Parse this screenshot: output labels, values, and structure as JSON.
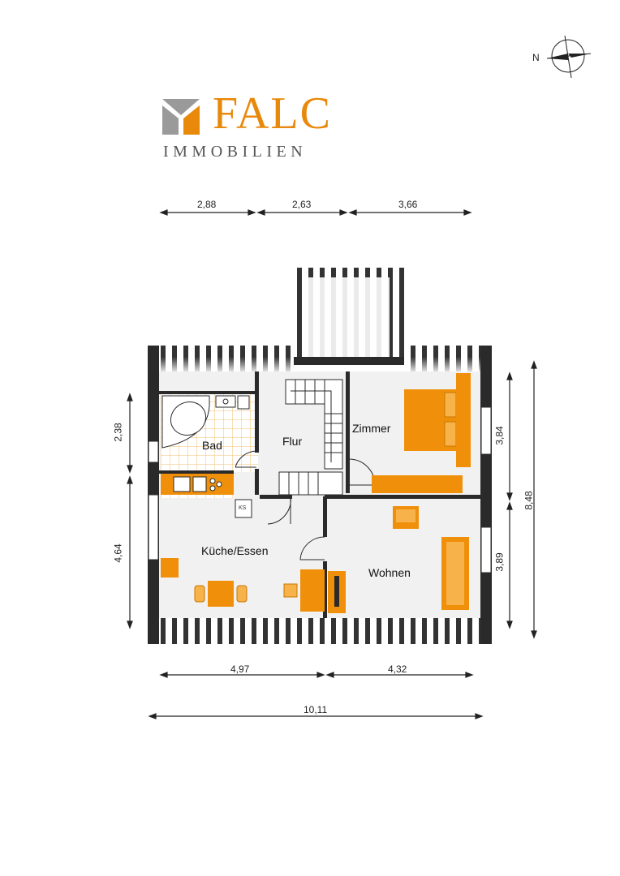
{
  "brand": {
    "name": "FALC",
    "tagline": "IMMOBILIEN",
    "color_primary": "#e8890c",
    "color_secondary": "#9a9a9a"
  },
  "compass": {
    "label": "N"
  },
  "dimensions": {
    "top": [
      "2,88",
      "2,63",
      "3,66"
    ],
    "left": [
      "2,38",
      "4,64"
    ],
    "right_inner": [
      "3,84",
      "3,89"
    ],
    "right_outer": "8,48",
    "bottom": [
      "4,97",
      "4,32"
    ],
    "bottom_total": "10,11"
  },
  "rooms": {
    "bad": "Bad",
    "flur": "Flur",
    "zimmer": "Zimmer",
    "kueche": "Küche/Essen",
    "wohnen": "Wohnen",
    "ks": "KS"
  },
  "colors": {
    "furniture": "#f0900a",
    "furniture_light": "#f7b24a",
    "floor": "#f1f1f1",
    "wall": "#2a2a2a",
    "tile": "#f0c070"
  }
}
